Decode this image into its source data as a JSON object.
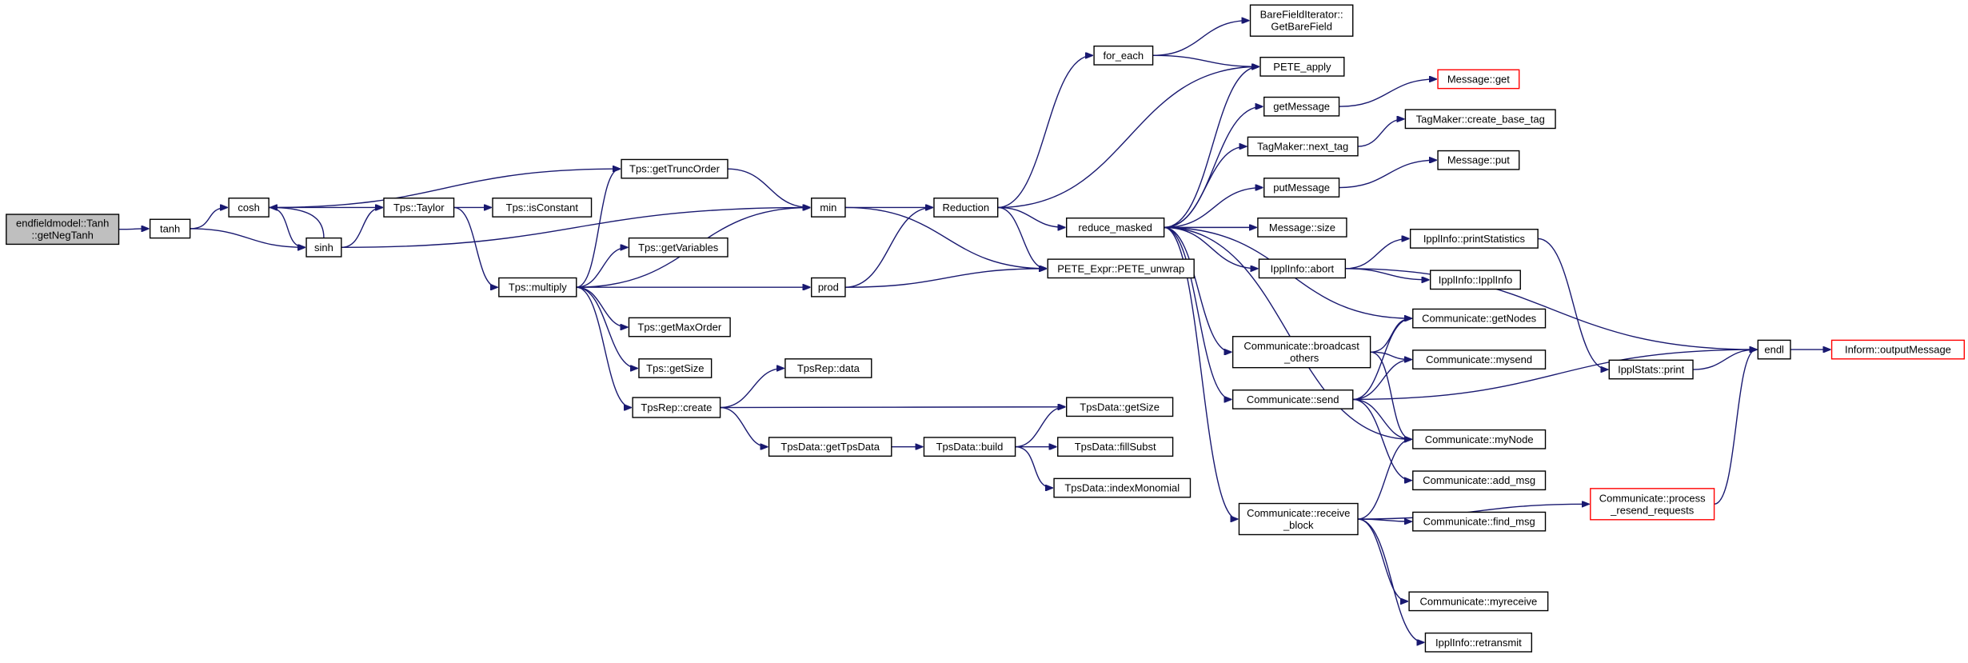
{
  "colors": {
    "edge": "#191970",
    "root_fill": "#bfbfbf",
    "truncated_border": "#ff0000",
    "border": "#000000"
  },
  "nodes": [
    {
      "id": "root",
      "lines": [
        "endfieldmodel::Tanh",
        "::getNegTanh"
      ],
      "style": "root"
    },
    {
      "id": "tanh",
      "lines": [
        "tanh"
      ]
    },
    {
      "id": "cosh",
      "lines": [
        "cosh"
      ]
    },
    {
      "id": "sinh",
      "lines": [
        "sinh"
      ]
    },
    {
      "id": "taylor",
      "lines": [
        "Tps::Taylor"
      ]
    },
    {
      "id": "gettrunc",
      "lines": [
        "Tps::getTruncOrder"
      ]
    },
    {
      "id": "isconst",
      "lines": [
        "Tps::isConstant"
      ]
    },
    {
      "id": "multiply",
      "lines": [
        "Tps::multiply"
      ]
    },
    {
      "id": "getvars",
      "lines": [
        "Tps::getVariables"
      ]
    },
    {
      "id": "getmaxorder",
      "lines": [
        "Tps::getMaxOrder"
      ]
    },
    {
      "id": "tpsgetsize",
      "lines": [
        "Tps::getSize"
      ]
    },
    {
      "id": "repcreate",
      "lines": [
        "TpsRep::create"
      ]
    },
    {
      "id": "repdata",
      "lines": [
        "TpsRep::data"
      ]
    },
    {
      "id": "gettpsdata",
      "lines": [
        "TpsData::getTpsData"
      ]
    },
    {
      "id": "build",
      "lines": [
        "TpsData::build"
      ]
    },
    {
      "id": "datagetsize",
      "lines": [
        "TpsData::getSize"
      ]
    },
    {
      "id": "fillsubst",
      "lines": [
        "TpsData::fillSubst"
      ]
    },
    {
      "id": "indexmono",
      "lines": [
        "TpsData::indexMonomial"
      ]
    },
    {
      "id": "min",
      "lines": [
        "min"
      ]
    },
    {
      "id": "prod",
      "lines": [
        "prod"
      ]
    },
    {
      "id": "reduction",
      "lines": [
        "Reduction"
      ]
    },
    {
      "id": "foreach",
      "lines": [
        "for_each"
      ]
    },
    {
      "id": "bfi",
      "lines": [
        "BareFieldIterator::",
        "GetBareField"
      ]
    },
    {
      "id": "peteapply",
      "lines": [
        "PETE_apply"
      ]
    },
    {
      "id": "reducemasked",
      "lines": [
        "reduce_masked"
      ]
    },
    {
      "id": "peteunwrap",
      "lines": [
        "PETE_Expr::PETE_unwrap"
      ]
    },
    {
      "id": "getmessage",
      "lines": [
        "getMessage"
      ]
    },
    {
      "id": "msgget",
      "lines": [
        "Message::get"
      ],
      "style": "red"
    },
    {
      "id": "nexttag",
      "lines": [
        "TagMaker::next_tag"
      ]
    },
    {
      "id": "createbasetag",
      "lines": [
        "TagMaker::create_base_tag"
      ]
    },
    {
      "id": "putmessage",
      "lines": [
        "putMessage"
      ]
    },
    {
      "id": "msgput",
      "lines": [
        "Message::put"
      ]
    },
    {
      "id": "msgsize",
      "lines": [
        "Message::size"
      ]
    },
    {
      "id": "abort",
      "lines": [
        "IpplInfo::abort"
      ]
    },
    {
      "id": "printstats",
      "lines": [
        "IpplInfo::printStatistics"
      ]
    },
    {
      "id": "ipplinfo",
      "lines": [
        "IpplInfo::IpplInfo"
      ]
    },
    {
      "id": "statsprint",
      "lines": [
        "IpplStats::print"
      ]
    },
    {
      "id": "endl",
      "lines": [
        "endl"
      ]
    },
    {
      "id": "outputmsg",
      "lines": [
        "Inform::outputMessage"
      ],
      "style": "red"
    },
    {
      "id": "getnodes",
      "lines": [
        "Communicate::getNodes"
      ]
    },
    {
      "id": "broadcast",
      "lines": [
        "Communicate::broadcast",
        "_others"
      ]
    },
    {
      "id": "mysend",
      "lines": [
        "Communicate::mysend"
      ]
    },
    {
      "id": "send",
      "lines": [
        "Communicate::send"
      ]
    },
    {
      "id": "mynode",
      "lines": [
        "Communicate::myNode"
      ]
    },
    {
      "id": "addmsg",
      "lines": [
        "Communicate::add_msg"
      ]
    },
    {
      "id": "receive",
      "lines": [
        "Communicate::receive",
        "_block"
      ]
    },
    {
      "id": "findmsg",
      "lines": [
        "Communicate::find_msg"
      ]
    },
    {
      "id": "resend",
      "lines": [
        "Communicate::process",
        "_resend_requests"
      ],
      "style": "red"
    },
    {
      "id": "myreceive",
      "lines": [
        "Communicate::myreceive"
      ]
    },
    {
      "id": "retransmit",
      "lines": [
        "IpplInfo::retransmit"
      ]
    }
  ],
  "edges": [
    [
      "root",
      "tanh"
    ],
    [
      "tanh",
      "cosh"
    ],
    [
      "tanh",
      "sinh"
    ],
    [
      "cosh",
      "gettrunc"
    ],
    [
      "cosh",
      "taylor"
    ],
    [
      "cosh",
      "sinh"
    ],
    [
      "sinh",
      "cosh"
    ],
    [
      "sinh",
      "taylor"
    ],
    [
      "sinh",
      "min"
    ],
    [
      "taylor",
      "isconst"
    ],
    [
      "taylor",
      "multiply"
    ],
    [
      "multiply",
      "gettrunc"
    ],
    [
      "multiply",
      "min"
    ],
    [
      "multiply",
      "getvars"
    ],
    [
      "multiply",
      "prod"
    ],
    [
      "multiply",
      "getmaxorder"
    ],
    [
      "multiply",
      "tpsgetsize"
    ],
    [
      "multiply",
      "repcreate"
    ],
    [
      "gettrunc",
      "min"
    ],
    [
      "repcreate",
      "repdata"
    ],
    [
      "repcreate",
      "datagetsize"
    ],
    [
      "repcreate",
      "gettpsdata"
    ],
    [
      "gettpsdata",
      "build"
    ],
    [
      "build",
      "datagetsize"
    ],
    [
      "build",
      "fillsubst"
    ],
    [
      "build",
      "indexmono"
    ],
    [
      "min",
      "reduction"
    ],
    [
      "min",
      "peteunwrap"
    ],
    [
      "prod",
      "reduction"
    ],
    [
      "prod",
      "peteunwrap"
    ],
    [
      "reduction",
      "foreach"
    ],
    [
      "reduction",
      "peteapply"
    ],
    [
      "reduction",
      "reducemasked"
    ],
    [
      "reduction",
      "peteunwrap"
    ],
    [
      "foreach",
      "bfi"
    ],
    [
      "foreach",
      "peteapply"
    ],
    [
      "reducemasked",
      "peteapply"
    ],
    [
      "reducemasked",
      "getmessage"
    ],
    [
      "reducemasked",
      "nexttag"
    ],
    [
      "reducemasked",
      "putmessage"
    ],
    [
      "reducemasked",
      "msgsize"
    ],
    [
      "reducemasked",
      "abort"
    ],
    [
      "reducemasked",
      "getnodes"
    ],
    [
      "reducemasked",
      "broadcast"
    ],
    [
      "reducemasked",
      "send"
    ],
    [
      "reducemasked",
      "mynode"
    ],
    [
      "reducemasked",
      "receive"
    ],
    [
      "getmessage",
      "msgget"
    ],
    [
      "nexttag",
      "createbasetag"
    ],
    [
      "putmessage",
      "msgput"
    ],
    [
      "abort",
      "printstats"
    ],
    [
      "abort",
      "ipplinfo"
    ],
    [
      "abort",
      "endl"
    ],
    [
      "printstats",
      "statsprint"
    ],
    [
      "statsprint",
      "endl"
    ],
    [
      "endl",
      "outputmsg"
    ],
    [
      "broadcast",
      "getnodes"
    ],
    [
      "broadcast",
      "mysend"
    ],
    [
      "broadcast",
      "mynode"
    ],
    [
      "send",
      "getnodes"
    ],
    [
      "send",
      "mysend"
    ],
    [
      "send",
      "endl"
    ],
    [
      "send",
      "mynode"
    ],
    [
      "send",
      "addmsg"
    ],
    [
      "receive",
      "mynode"
    ],
    [
      "receive",
      "findmsg"
    ],
    [
      "receive",
      "resend"
    ],
    [
      "receive",
      "myreceive"
    ],
    [
      "receive",
      "retransmit"
    ],
    [
      "resend",
      "endl"
    ]
  ]
}
